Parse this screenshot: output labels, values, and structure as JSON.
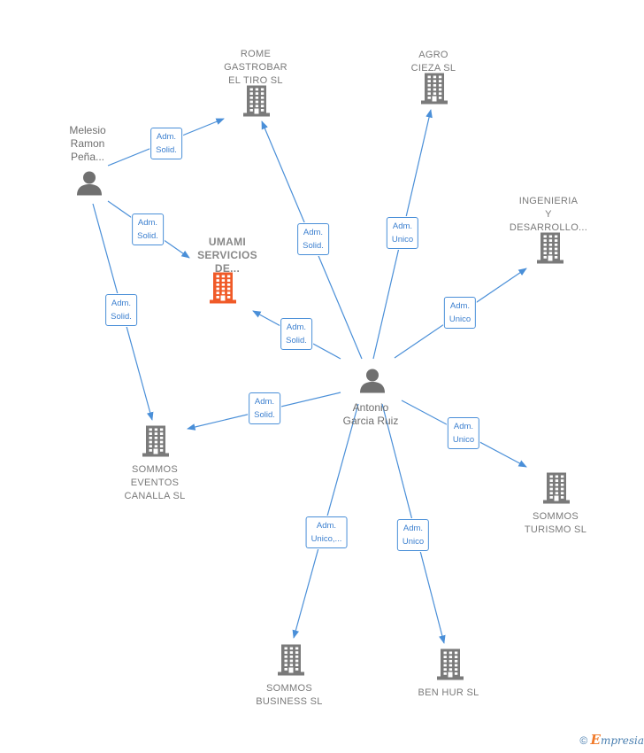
{
  "nodes": {
    "rome": {
      "type": "company",
      "label": "ROME\nGASTROBAR\nEL TIRO  SL",
      "color": "#7a7a7a"
    },
    "agro": {
      "type": "company",
      "label": "AGRO\nCIEZA  SL",
      "color": "#7a7a7a"
    },
    "ingenieria": {
      "type": "company",
      "label": "INGENIERIA\nY\nDESARROLLO...",
      "color": "#7a7a7a"
    },
    "umami": {
      "type": "company",
      "label": "UMAMI\nSERVICIOS\nDE...",
      "color": "#f05a28",
      "focus": true
    },
    "eventos": {
      "type": "company",
      "label": "SOMMOS\nEVENTOS\nCANALLA  SL",
      "color": "#7a7a7a"
    },
    "turismo": {
      "type": "company",
      "label": "SOMMOS\nTURISMO  SL",
      "color": "#7a7a7a"
    },
    "business": {
      "type": "company",
      "label": "SOMMOS\nBUSINESS  SL",
      "color": "#7a7a7a"
    },
    "benhur": {
      "type": "company",
      "label": "BEN HUR SL",
      "color": "#7a7a7a"
    },
    "melesio": {
      "type": "person",
      "label": "Melesio\nRamon\nPeña...",
      "color": "#707070"
    },
    "antonio": {
      "type": "person",
      "label": "Antonio\nGarcia Ruiz",
      "color": "#707070"
    }
  },
  "edges": [
    {
      "from": "melesio",
      "to": "rome",
      "role": "Adm.\nSolid."
    },
    {
      "from": "melesio",
      "to": "umami",
      "role": "Adm.\nSolid."
    },
    {
      "from": "melesio",
      "to": "eventos",
      "role": "Adm.\nSolid."
    },
    {
      "from": "antonio",
      "to": "rome",
      "role": "Adm.\nSolid."
    },
    {
      "from": "antonio",
      "to": "agro",
      "role": "Adm.\nUnico"
    },
    {
      "from": "antonio",
      "to": "ingenieria",
      "role": "Adm.\nUnico"
    },
    {
      "from": "antonio",
      "to": "umami",
      "role": "Adm.\nSolid."
    },
    {
      "from": "antonio",
      "to": "eventos",
      "role": "Adm.\nSolid."
    },
    {
      "from": "antonio",
      "to": "turismo",
      "role": "Adm.\nUnico"
    },
    {
      "from": "antonio",
      "to": "business",
      "role": "Adm.\nUnico,..."
    },
    {
      "from": "antonio",
      "to": "benhur",
      "role": "Adm.\nUnico"
    }
  ],
  "footer": {
    "copyright": "©",
    "brand_initial": "E",
    "brand_rest": "mpresia"
  },
  "colors": {
    "edge": "#4a8fd8",
    "focus_company": "#f05a28",
    "company": "#7a7a7a",
    "person": "#707070"
  }
}
